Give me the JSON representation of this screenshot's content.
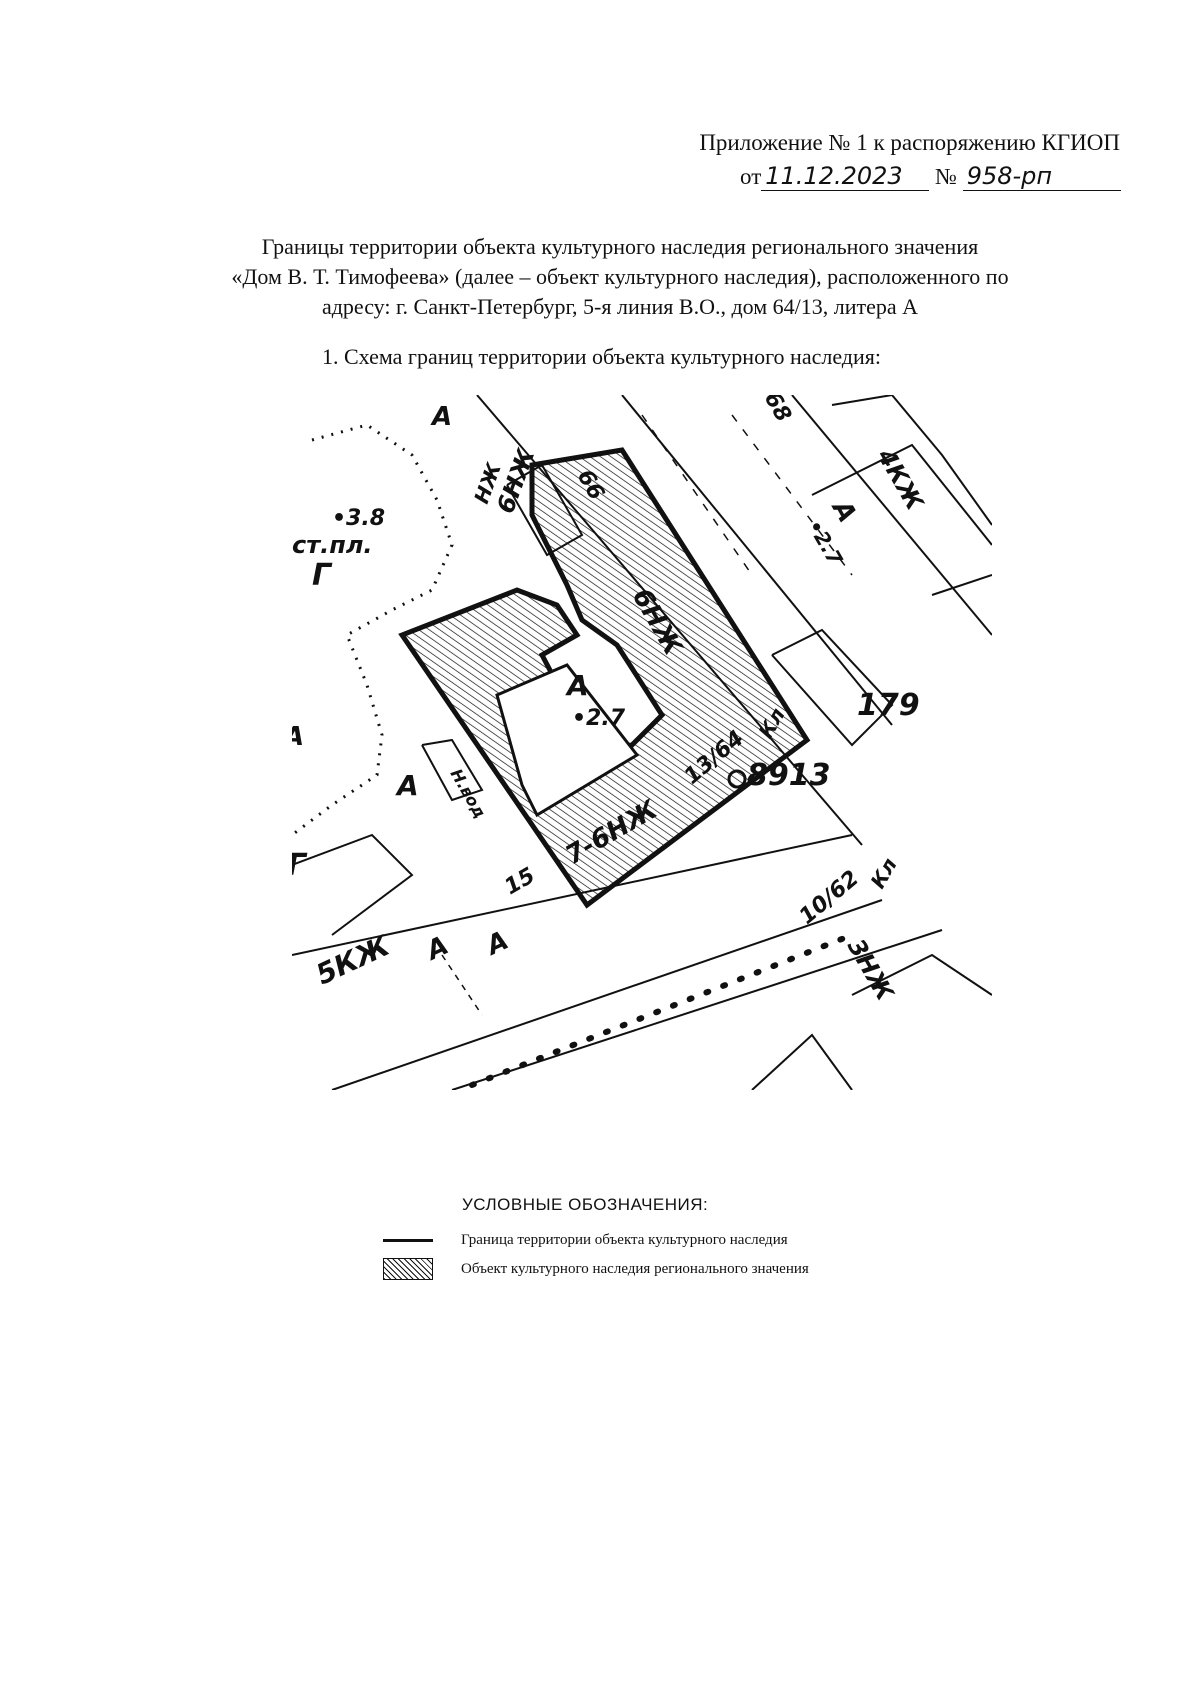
{
  "header": {
    "annex": "Приложение № 1 к распоряжению КГИОП",
    "from_prefix": "от",
    "date": "11.12.2023",
    "number_prefix": "№",
    "number": "958-рп"
  },
  "title": {
    "line1": "Границы территории объекта культурного наследия регионального значения",
    "line2": "«Дом В. Т. Тимофеева» (далее – объект культурного наследия), расположенного по",
    "line3": "адресу: г. Санкт-Петербург, 5-я линия В.О., дом 64/13, литера А"
  },
  "section": {
    "heading": "1.   Схема границ территории объекта культурного наследия:"
  },
  "map": {
    "labels": {
      "building_6nzh_top": "6НЖ",
      "house_66": "66",
      "nzh": "НЖ",
      "letter_a_top": "А",
      "elev_38": "•3.8",
      "st_pl": "ст.пл.",
      "letter_g": "Г",
      "building_6nzh": "6НЖ",
      "letter_a_center": "А",
      "elev_27_center": "•2.7",
      "h_vod": "Н.вод",
      "building_7_6nzh": "7-6НЖ",
      "house_13_64": "13/64",
      "letter_a_left": "А",
      "house_15": "15",
      "building_5kzh": "5КЖ",
      "letter_a_street1": "А",
      "letter_a_street2": "А",
      "house_68": "68",
      "letter_a_right": "А",
      "elev_27_right": "•2.7",
      "building_4kzh": "4КЖ",
      "house_179": "179",
      "marker_8913": "8913",
      "kl": "Кл",
      "house_10_62": "10/62",
      "building_3nzh": "3НЖ",
      "kl2": "Кл",
      "letter_g_left": "Г",
      "letter_a_far_left": "А"
    }
  },
  "legend": {
    "title": "УСЛОВНЫЕ ОБОЗНАЧЕНИЯ:",
    "items": [
      {
        "label": "Граница территории объекта культурного наследия"
      },
      {
        "label": "Объект культурного наследия регионального значения"
      }
    ]
  }
}
